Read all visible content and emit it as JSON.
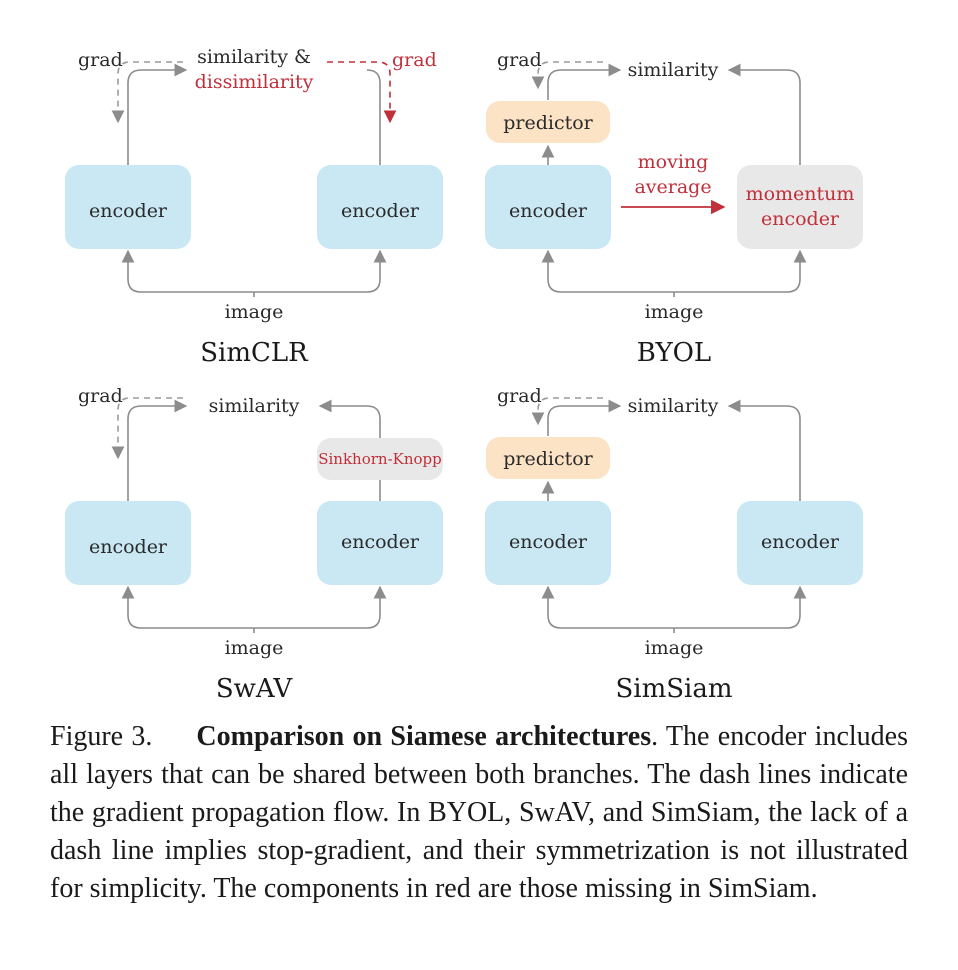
{
  "labels": {
    "encoder": "encoder",
    "predictor": "predictor",
    "grad": "grad",
    "similarity": "similarity",
    "similarity_amp": "similarity &",
    "dissimilarity": "dissimilarity",
    "image": "image",
    "moving_1": "moving",
    "moving_2": "average",
    "momentum_1": "momentum",
    "momentum_2": "encoder",
    "sinkhorn": "Sinkhorn-Knopp"
  },
  "panels": {
    "simclr": "SimCLR",
    "byol": "BYOL",
    "swav": "SwAV",
    "simsiam": "SimSiam"
  },
  "caption": {
    "figure_label": "Figure 3.",
    "bold_title": "Comparison on Siamese architectures",
    "text": ". The encoder includes all layers that can be shared between both branches. The dash lines indicate the gradient propagation flow. In BYOL, SwAV, and SimSiam, the lack of a dash line implies stop-gradient, and their symmetrization is not illustrated for simplicity. The components in red are those missing in SimSiam."
  },
  "colors": {
    "encoder_fill": "#c9e8f4",
    "predictor_fill": "#fde3c6",
    "gray_fill": "#e8e8e8",
    "red_text": "#c0303a",
    "line": "#8c8c8c"
  }
}
